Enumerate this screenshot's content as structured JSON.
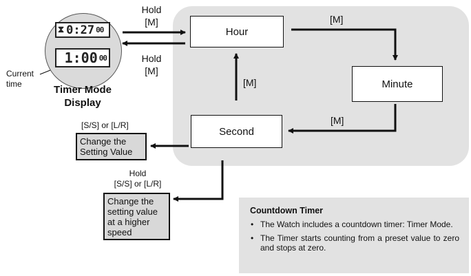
{
  "display": {
    "lcd_top_digits": "0:27",
    "lcd_top_seconds": "00",
    "lcd_bottom_digits": "1:00",
    "lcd_bottom_seconds": "00",
    "hourglass_icon": "hourglass-icon",
    "current_time_label": "Current\ntime",
    "title": "Timer Mode\nDisplay"
  },
  "enter_mode": {
    "action_label": "Hold\n[M]"
  },
  "exit_mode": {
    "action_label": "Hold\n[M]"
  },
  "states": {
    "hour": "Hour",
    "minute": "Minute",
    "second": "Second"
  },
  "transitions": {
    "hour_to_minute": "[M]",
    "minute_to_second": "[M]",
    "second_to_hour": "[M]"
  },
  "change_value": {
    "trigger": "[S/S] or [L/R]",
    "result": "Change the\nSetting Value"
  },
  "change_fast": {
    "trigger": "Hold\n[S/S] or [L/R]",
    "result": "Change the\nsetting value\nat a higher\nspeed"
  },
  "info": {
    "title": "Countdown Timer",
    "items": [
      "The Watch includes a countdown timer: Timer Mode.",
      "The Timer starts counting from a preset value to zero and stops at zero."
    ]
  },
  "colors": {
    "panel_background": "#e2e2e2",
    "action_box_background": "#d8d8d8",
    "line": "#111111"
  }
}
